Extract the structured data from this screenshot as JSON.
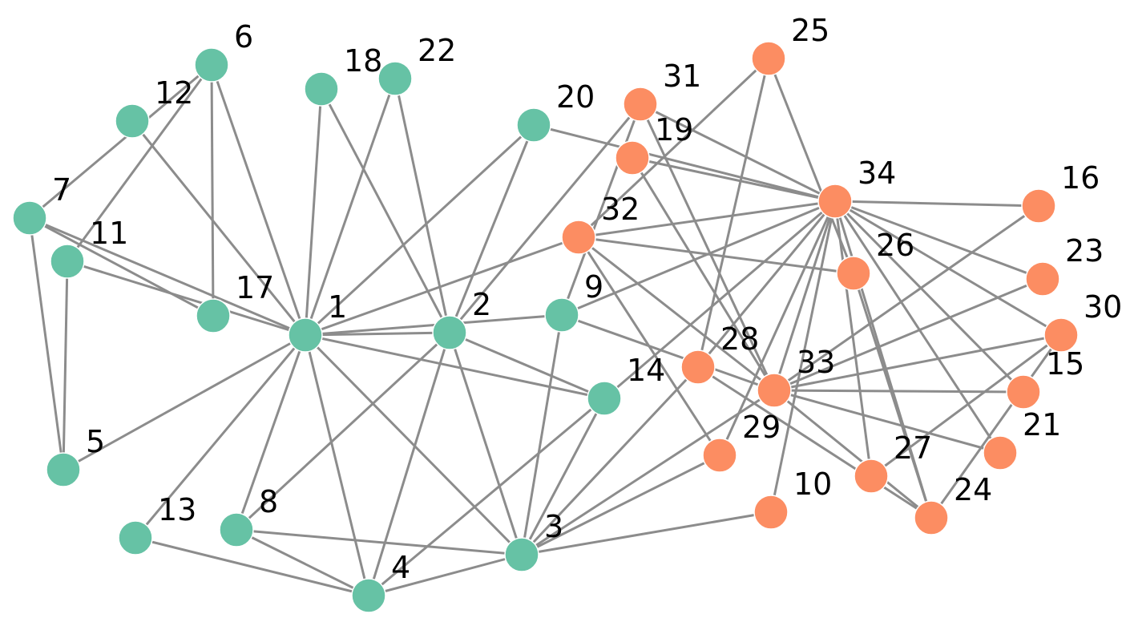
{
  "graph": {
    "groups": {
      "teal": {
        "color": "#66c2a5"
      },
      "orange": {
        "color": "#fc8d62"
      }
    },
    "nodes": [
      {
        "id": "1",
        "group": "teal"
      },
      {
        "id": "2",
        "group": "teal"
      },
      {
        "id": "3",
        "group": "teal"
      },
      {
        "id": "4",
        "group": "teal"
      },
      {
        "id": "5",
        "group": "teal"
      },
      {
        "id": "6",
        "group": "teal"
      },
      {
        "id": "7",
        "group": "teal"
      },
      {
        "id": "8",
        "group": "teal"
      },
      {
        "id": "9",
        "group": "teal"
      },
      {
        "id": "10",
        "group": "orange"
      },
      {
        "id": "11",
        "group": "teal"
      },
      {
        "id": "12",
        "group": "teal"
      },
      {
        "id": "13",
        "group": "teal"
      },
      {
        "id": "14",
        "group": "teal"
      },
      {
        "id": "15",
        "group": "orange"
      },
      {
        "id": "16",
        "group": "orange"
      },
      {
        "id": "17",
        "group": "teal"
      },
      {
        "id": "18",
        "group": "teal"
      },
      {
        "id": "19",
        "group": "orange"
      },
      {
        "id": "20",
        "group": "teal"
      },
      {
        "id": "21",
        "group": "orange"
      },
      {
        "id": "22",
        "group": "teal"
      },
      {
        "id": "23",
        "group": "orange"
      },
      {
        "id": "24",
        "group": "orange"
      },
      {
        "id": "25",
        "group": "orange"
      },
      {
        "id": "26",
        "group": "orange"
      },
      {
        "id": "27",
        "group": "orange"
      },
      {
        "id": "28",
        "group": "orange"
      },
      {
        "id": "29",
        "group": "orange"
      },
      {
        "id": "30",
        "group": "orange"
      },
      {
        "id": "31",
        "group": "orange"
      },
      {
        "id": "32",
        "group": "orange"
      },
      {
        "id": "33",
        "group": "orange"
      },
      {
        "id": "34",
        "group": "orange"
      }
    ],
    "edges": [
      [
        "1",
        "2"
      ],
      [
        "1",
        "3"
      ],
      [
        "1",
        "4"
      ],
      [
        "1",
        "5"
      ],
      [
        "1",
        "6"
      ],
      [
        "1",
        "7"
      ],
      [
        "1",
        "8"
      ],
      [
        "1",
        "9"
      ],
      [
        "1",
        "11"
      ],
      [
        "1",
        "12"
      ],
      [
        "1",
        "13"
      ],
      [
        "1",
        "14"
      ],
      [
        "1",
        "18"
      ],
      [
        "1",
        "20"
      ],
      [
        "1",
        "22"
      ],
      [
        "1",
        "32"
      ],
      [
        "2",
        "3"
      ],
      [
        "2",
        "4"
      ],
      [
        "2",
        "8"
      ],
      [
        "2",
        "14"
      ],
      [
        "2",
        "18"
      ],
      [
        "2",
        "20"
      ],
      [
        "2",
        "22"
      ],
      [
        "2",
        "31"
      ],
      [
        "3",
        "4"
      ],
      [
        "3",
        "8"
      ],
      [
        "3",
        "9"
      ],
      [
        "3",
        "10"
      ],
      [
        "3",
        "14"
      ],
      [
        "3",
        "28"
      ],
      [
        "3",
        "29"
      ],
      [
        "3",
        "33"
      ],
      [
        "4",
        "8"
      ],
      [
        "4",
        "13"
      ],
      [
        "4",
        "14"
      ],
      [
        "5",
        "7"
      ],
      [
        "5",
        "11"
      ],
      [
        "6",
        "7"
      ],
      [
        "6",
        "11"
      ],
      [
        "6",
        "17"
      ],
      [
        "7",
        "17"
      ],
      [
        "9",
        "31"
      ],
      [
        "9",
        "33"
      ],
      [
        "9",
        "34"
      ],
      [
        "10",
        "34"
      ],
      [
        "14",
        "34"
      ],
      [
        "15",
        "33"
      ],
      [
        "15",
        "34"
      ],
      [
        "16",
        "33"
      ],
      [
        "16",
        "34"
      ],
      [
        "19",
        "33"
      ],
      [
        "19",
        "34"
      ],
      [
        "20",
        "34"
      ],
      [
        "21",
        "33"
      ],
      [
        "21",
        "34"
      ],
      [
        "23",
        "33"
      ],
      [
        "23",
        "34"
      ],
      [
        "24",
        "26"
      ],
      [
        "24",
        "28"
      ],
      [
        "24",
        "30"
      ],
      [
        "24",
        "33"
      ],
      [
        "24",
        "34"
      ],
      [
        "25",
        "26"
      ],
      [
        "25",
        "28"
      ],
      [
        "25",
        "32"
      ],
      [
        "26",
        "32"
      ],
      [
        "27",
        "30"
      ],
      [
        "27",
        "34"
      ],
      [
        "28",
        "34"
      ],
      [
        "29",
        "32"
      ],
      [
        "29",
        "34"
      ],
      [
        "30",
        "33"
      ],
      [
        "30",
        "34"
      ],
      [
        "31",
        "33"
      ],
      [
        "31",
        "34"
      ],
      [
        "32",
        "33"
      ],
      [
        "32",
        "34"
      ],
      [
        "33",
        "34"
      ]
    ]
  }
}
